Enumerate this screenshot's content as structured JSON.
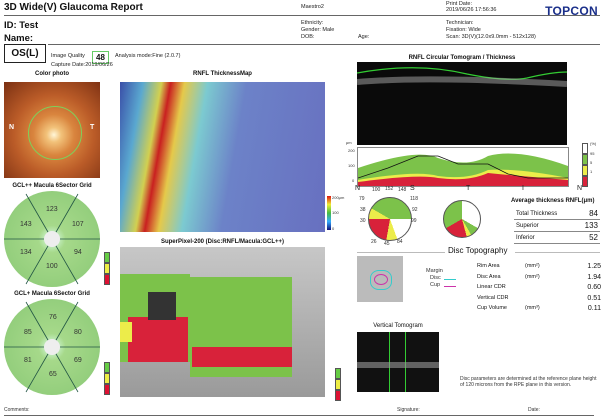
{
  "header": {
    "title": "3D Wide(V) Glaucoma Report",
    "id_label": "ID: Test",
    "name_label": "Name:",
    "device": "Maestro2",
    "ethnicity": "Ethnicity:",
    "gender": "Gender: Male",
    "dob": "DOB:",
    "age": "Age:",
    "print_date_label": "Print Date:",
    "print_date": "2019/06/26 17:56:36",
    "technician": "Technician:",
    "fixation": "Fixation: Wide",
    "scan": "Scan: 3D(V)(12.0x9.0mm - 512x128)",
    "brand": "TOPCON",
    "brand_color": "#1a2f8a"
  },
  "exam": {
    "eye": "OS(L)",
    "image_quality_label": "Image Quality",
    "image_quality": "48",
    "analysis_mode": "Analysis mode:Fine  (2.0.7)",
    "capture_date": "Capture Date:2019/06/26"
  },
  "color_photo": {
    "title": "Color photo",
    "left": "N",
    "right": "T"
  },
  "gcl_pp": {
    "title": "GCL++ Macula 6Sector Grid",
    "values": [
      "123",
      "143",
      "107",
      "134",
      "94",
      "100"
    ]
  },
  "gcl_p": {
    "title": "GCL+ Macula 6Sector Grid",
    "values": [
      "76",
      "85",
      "80",
      "81",
      "69",
      "65"
    ]
  },
  "scale_pct": [
    "(%)",
    "5",
    "1"
  ],
  "rnfl_map": {
    "title": "RNFL ThicknessMap",
    "scale": [
      "200μm",
      "100",
      "0"
    ]
  },
  "superpixel": {
    "title": "SuperPixel-200 (Disc:RNFL/Macula:GCL++)"
  },
  "circular": {
    "title": "RNFL Circular Tomogram / Thickness",
    "yaxis": [
      "μm",
      "200",
      "100",
      "0"
    ],
    "xaxis": [
      "N",
      "S",
      "T",
      "I",
      "N"
    ],
    "legend": [
      "(%)",
      "95",
      "5",
      "1"
    ]
  },
  "clock": {
    "values": [
      "100",
      "152",
      "148",
      "79",
      "118",
      "38",
      "92",
      "30",
      "99",
      "26",
      "45",
      "84"
    ],
    "quadrants": [
      "S",
      "N",
      "T",
      "I"
    ]
  },
  "avg_thickness": {
    "title": "Average thickness RNFL(μm)",
    "rows": [
      {
        "label": "Total Thickness",
        "value": "84"
      },
      {
        "label": "Superior",
        "value": "133"
      },
      {
        "label": "Inferior",
        "value": "52"
      }
    ]
  },
  "disc_topo": {
    "title": "Disc Topography",
    "margin_label": "Margin",
    "disc_label": "Disc",
    "cup_label": "Cup",
    "rows": [
      {
        "label": "Rim Area",
        "unit": "(mm²)",
        "value": "1.25"
      },
      {
        "label": "Disc Area",
        "unit": "(mm²)",
        "value": "1.94"
      },
      {
        "label": "Linear CDR",
        "unit": "",
        "value": "0.60"
      },
      {
        "label": "Vertical CDR",
        "unit": "",
        "value": "0.51"
      },
      {
        "label": "Cup Volume",
        "unit": "(mm³)",
        "value": "0.11"
      }
    ]
  },
  "vertical_tomo": {
    "title": "Vertical Tomogram"
  },
  "note": "Disc parameters are determined at the reference plane height of 120 microns from the RPE plane in this version.",
  "footer": {
    "comments": "Comments:",
    "signature": "Signature:",
    "date": "Date:"
  }
}
